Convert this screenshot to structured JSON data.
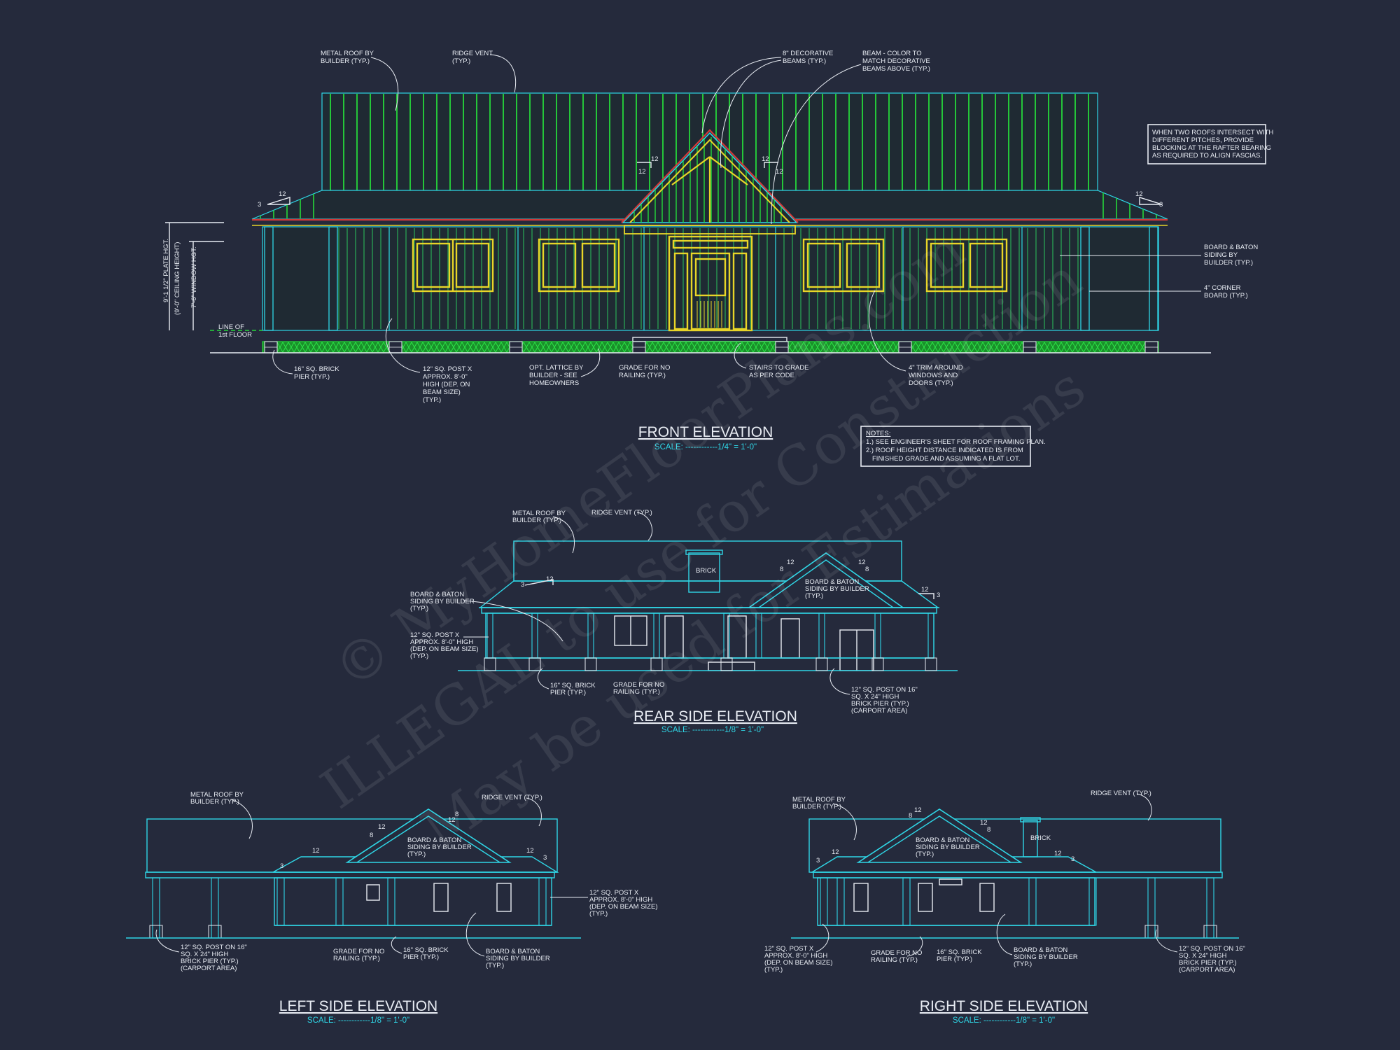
{
  "colors": {
    "background": "#252a3c",
    "roof_green": "#25d83a",
    "trim_cyan": "#2fd6e6",
    "window_yellow": "#e8d528",
    "fascia_red": "#d23a3a",
    "text": "#e8ecf3"
  },
  "watermark": {
    "line1": "© MyHomeFloorPlans.com",
    "line2": "ILLEGAL to use for Construction",
    "line3": "May be used for Estimations"
  },
  "front": {
    "title": "FRONT ELEVATION",
    "scale": "SCALE: ------------1/4\" = 1'-0\"",
    "labels": {
      "metal_roof_1": "METAL ROOF BY",
      "metal_roof_2": "BUILDER (TYP.)",
      "ridge_vent_1": "RIDGE VENT",
      "ridge_vent_2": "(TYP.)",
      "deco_beams_1": "8\" DECORATIVE",
      "deco_beams_2": "BEAMS (TYP.)",
      "beam_color_1": "BEAM - COLOR TO",
      "beam_color_2": "MATCH DECORATIVE",
      "beam_color_3": "BEAMS ABOVE (TYP.)",
      "board_baton_1": "BOARD & BATON",
      "board_baton_2": "SIDING BY",
      "board_baton_3": "BUILDER (TYP.)",
      "corner_1": "4\" CORNER",
      "corner_2": "BOARD (TYP.)",
      "brick_pier_1": "16\" SQ. BRICK",
      "brick_pier_2": "PIER (TYP.)",
      "post_1": "12\" SQ. POST X",
      "post_2": "APPROX. 8'-0\"",
      "post_3": "HIGH (DEP. ON",
      "post_4": "BEAM SIZE)",
      "post_5": "(TYP.)",
      "lattice_1": "OPT. LATTICE BY",
      "lattice_2": "BUILDER - SEE",
      "lattice_3": "HOMEOWNERS",
      "grade_1": "GRADE FOR NO",
      "grade_2": "RAILING (TYP.)",
      "stairs_1": "STAIRS TO GRADE",
      "stairs_2": "AS PER CODE",
      "trim_1": "4\" TRIM AROUND",
      "trim_2": "WINDOWS AND",
      "trim_3": "DOORS (TYP.)",
      "line_floor_1": "LINE OF",
      "line_floor_2": "1st FLOOR",
      "plate_hgt_1": "9'-1 1/2\" PLATE HGT.",
      "plate_hgt_2": "(9'-0\" CEILING HEIGHT)",
      "window_hgt": "7'-6\" WINDOW HGT.",
      "pitch_12": "12",
      "pitch_3": "3"
    },
    "note_box": {
      "line1": "WHEN TWO ROOFS INTERSECT WITH",
      "line2": "DIFFERENT PITCHES, PROVIDE",
      "line3": "BLOCKING AT THE RAFTER BEARING",
      "line4": "AS REQUIRED TO ALIGN FASCIAS."
    },
    "notes": {
      "heading": "NOTES:",
      "line1": "1.) SEE ENGINEER'S SHEET FOR ROOF FRAMING PLAN.",
      "line2": "2.) ROOF HEIGHT DISTANCE INDICATED IS FROM",
      "line3": "FINISHED GRADE AND ASSUMING A FLAT LOT."
    }
  },
  "rear": {
    "title": "REAR SIDE ELEVATION",
    "scale": "SCALE: ------------1/8\" = 1'-0\"",
    "labels": {
      "metal_roof_1": "METAL ROOF BY",
      "metal_roof_2": "BUILDER (TYP.)",
      "ridge_vent": "RIDGE VENT (TYP.)",
      "brick": "BRICK",
      "board_baton_1": "BOARD & BATON",
      "board_baton_2": "SIDING BY BUILDER",
      "board_baton_3": "(TYP.)",
      "gable_bb_1": "BOARD & BATON",
      "gable_bb_2": "SIDING BY BUILDER",
      "gable_bb_3": "(TYP.)",
      "post_1": "12\" SQ. POST X",
      "post_2": "APPROX. 8'-0\" HIGH",
      "post_3": "(DEP. ON BEAM SIZE)",
      "post_4": "(TYP.)",
      "brick_pier_1": "16\" SQ. BRICK",
      "brick_pier_2": "PIER (TYP.)",
      "grade_1": "GRADE FOR NO",
      "grade_2": "RAILING (TYP.)",
      "carport_1": "12\" SQ. POST ON 16\"",
      "carport_2": "SQ. X 24\" HIGH",
      "carport_3": "BRICK PIER (TYP.)",
      "carport_4": "(CARPORT AREA)",
      "p12": "12",
      "p3": "3",
      "p8": "8"
    }
  },
  "left": {
    "title": "LEFT SIDE ELEVATION",
    "scale": "SCALE: ------------1/8\" = 1'-0\"",
    "labels": {
      "metal_roof_1": "METAL ROOF BY",
      "metal_roof_2": "BUILDER (TYP.)",
      "ridge_vent": "RIDGE VENT (TYP.)",
      "gable_bb_1": "BOARD & BATON",
      "gable_bb_2": "SIDING BY BUILDER",
      "gable_bb_3": "(TYP.)",
      "post_1": "12\" SQ. POST X",
      "post_2": "APPROX. 8'-0\" HIGH",
      "post_3": "(DEP. ON BEAM SIZE)",
      "post_4": "(TYP.)",
      "carport_1": "12\" SQ. POST ON 16\"",
      "carport_2": "SQ. X 24\" HIGH",
      "carport_3": "BRICK PIER (TYP.)",
      "carport_4": "(CARPORT AREA)",
      "grade_1": "GRADE FOR NO",
      "grade_2": "RAILING (TYP.)",
      "brick_pier_1": "16\" SQ. BRICK",
      "brick_pier_2": "PIER (TYP.)",
      "bb_1": "BOARD & BATON",
      "bb_2": "SIDING BY BUILDER",
      "bb_3": "(TYP.)",
      "p12": "12",
      "p3": "3",
      "p8": "8"
    }
  },
  "right": {
    "title": "RIGHT SIDE ELEVATION",
    "scale": "SCALE: ------------1/8\" = 1'-0\"",
    "labels": {
      "metal_roof_1": "METAL ROOF BY",
      "metal_roof_2": "BUILDER (TYP.)",
      "ridge_vent": "RIDGE VENT (TYP.)",
      "brick": "BRICK",
      "gable_bb_1": "BOARD & BATON",
      "gable_bb_2": "SIDING BY BUILDER",
      "gable_bb_3": "(TYP.)",
      "post_1": "12\" SQ. POST X",
      "post_2": "APPROX. 8'-0\" HIGH",
      "post_3": "(DEP. ON BEAM SIZE)",
      "post_4": "(TYP.)",
      "grade_1": "GRADE FOR NO",
      "grade_2": "RAILING (TYP.)",
      "brick_pier_1": "16\" SQ. BRICK",
      "brick_pier_2": "PIER (TYP.)",
      "bb_1": "BOARD & BATON",
      "bb_2": "SIDING BY BUILDER",
      "bb_3": "(TYP.)",
      "carport_1": "12\" SQ. POST ON 16\"",
      "carport_2": "SQ. X 24\" HIGH",
      "carport_3": "BRICK PIER (TYP.)",
      "carport_4": "(CARPORT AREA)",
      "p12": "12",
      "p3": "3",
      "p8": "8"
    }
  }
}
